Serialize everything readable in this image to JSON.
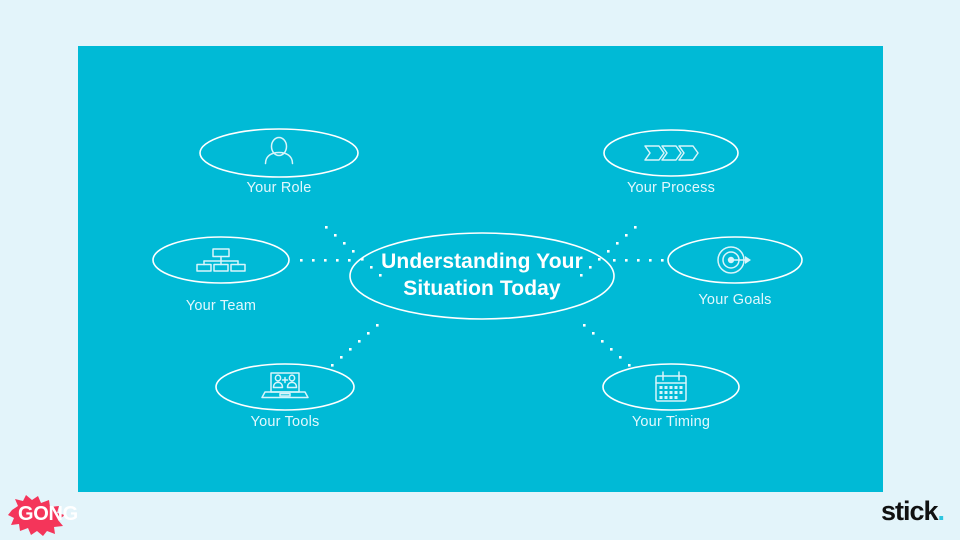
{
  "slide": {
    "background_color": "#e3f4fa",
    "panel_color": "#00bad6",
    "center": {
      "line1": "Understanding Your",
      "line2": "Situation Today",
      "text_color": "#ffffff"
    },
    "nodes": [
      {
        "id": "role",
        "label": "Your Role",
        "icon": "user-icon"
      },
      {
        "id": "process",
        "label": "Your Process",
        "icon": "process-chevrons-icon"
      },
      {
        "id": "team",
        "label": "Your Team",
        "icon": "org-chart-icon"
      },
      {
        "id": "goals",
        "label": "Your Goals",
        "icon": "target-arrow-icon"
      },
      {
        "id": "tools",
        "label": "Your Tools",
        "icon": "laptop-people-icon"
      },
      {
        "id": "timing",
        "label": "Your Timing",
        "icon": "calendar-icon"
      }
    ]
  },
  "branding": {
    "left_logo": {
      "text": "GONG",
      "badge_color": "#f4355a",
      "text_color": "#ffffff"
    },
    "right_logo": {
      "text": "stick",
      "dot": ".",
      "text_color": "#111111",
      "dot_color": "#2ec6e0"
    }
  }
}
